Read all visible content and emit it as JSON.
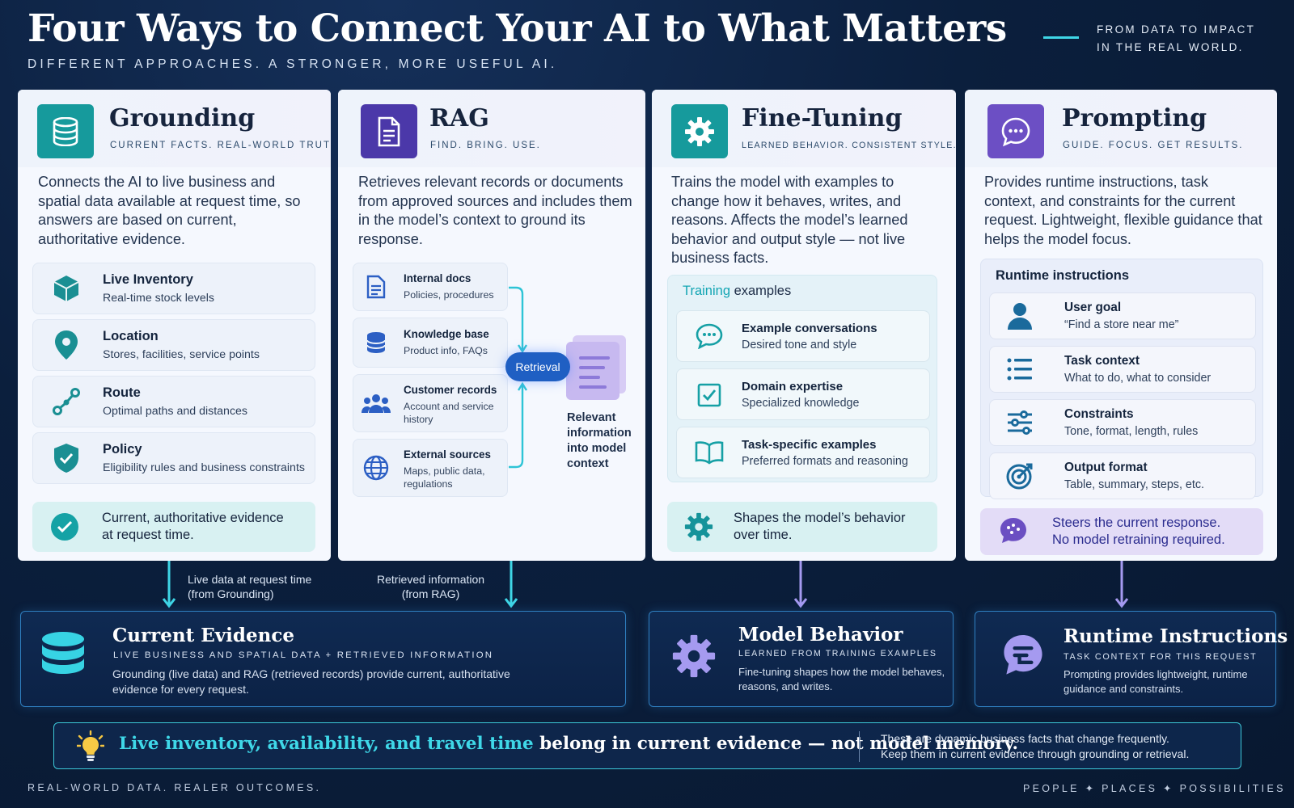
{
  "header": {
    "title": "Four Ways to Connect Your AI to What Matters",
    "subtitle": "DIFFERENT APPROACHES. A STRONGER, MORE USEFUL AI.",
    "tagline_1": "FROM DATA TO IMPACT",
    "tagline_2": "IN THE REAL WORLD."
  },
  "colors": {
    "background": "#0b1f3d",
    "teal_accent": "#1aa3a6",
    "indigo_accent": "#4a3aa8",
    "purple_accent": "#6b4fc2",
    "cyan_line": "#3fd6e6"
  },
  "grounding": {
    "title": "Grounding",
    "tag": "CURRENT FACTS. REAL-WORLD TRUTH.",
    "icon": "database-icon",
    "desc": "Connects the AI to live business and spatial data available at request time, so answers are based on current, authoritative evidence.",
    "items": [
      {
        "title": "Live Inventory",
        "sub": "Real-time stock levels",
        "icon": "cube-icon"
      },
      {
        "title": "Location",
        "sub": "Stores, facilities, service points",
        "icon": "map-pin-icon"
      },
      {
        "title": "Route",
        "sub": "Optimal paths and distances",
        "icon": "route-icon"
      },
      {
        "title": "Policy",
        "sub": "Eligibility rules and business constraints",
        "icon": "shield-check-icon"
      }
    ],
    "footer_1": "Current, authoritative evidence",
    "footer_2": "at request time."
  },
  "rag": {
    "title": "RAG",
    "tag": "FIND. BRING. USE.",
    "icon": "document-icon",
    "desc": "Retrieves relevant records or documents from approved sources and includes them in the model’s context to ground its response.",
    "sources": [
      {
        "title": "Internal docs",
        "sub_1": "Policies, procedures",
        "sub_2": "",
        "icon": "document-icon"
      },
      {
        "title": "Knowledge base",
        "sub_1": "Product info, FAQs",
        "sub_2": "",
        "icon": "database-icon"
      },
      {
        "title": "Customer records",
        "sub_1": "Account and service",
        "sub_2": "history",
        "icon": "users-icon"
      },
      {
        "title": "External sources",
        "sub_1": "Maps, public data,",
        "sub_2": "regulations",
        "icon": "globe-icon"
      }
    ],
    "retrieval_label": "Retrieval",
    "result_1": "Relevant",
    "result_2": "information",
    "result_3": "into model",
    "result_4": "context"
  },
  "finetuning": {
    "title": "Fine-Tuning",
    "tag": "LEARNED BEHAVIOR. CONSISTENT STYLE.",
    "icon": "gear-icon",
    "desc": "Trains the model with examples to change how it behaves, writes, and reasons. Affects the model’s learned behavior and output style — not live business facts.",
    "panel_label_accent": "Training",
    "panel_label_rest": " examples",
    "items": [
      {
        "title": "Example conversations",
        "sub": "Desired tone and style",
        "icon": "chat-bubble-icon"
      },
      {
        "title": "Domain expertise",
        "sub": "Specialized knowledge",
        "icon": "checkbox-icon"
      },
      {
        "title": "Task-specific examples",
        "sub": "Preferred formats and reasoning",
        "icon": "book-icon"
      }
    ],
    "footer_1": "Shapes the model’s behavior",
    "footer_2": "over time."
  },
  "prompting": {
    "title": "Prompting",
    "tag": "GUIDE. FOCUS. GET RESULTS.",
    "icon": "speech-bubble-icon",
    "desc": "Provides runtime instructions, task context, and constraints for the current request. Lightweight, flexible guidance that helps the model focus.",
    "panel_label": "Runtime instructions",
    "items": [
      {
        "title": "User goal",
        "sub": "“Find a store near me”",
        "icon": "user-icon"
      },
      {
        "title": "Task context",
        "sub": "What to do, what to consider",
        "icon": "list-icon"
      },
      {
        "title": "Constraints",
        "sub": "Tone, format, length, rules",
        "icon": "sliders-icon"
      },
      {
        "title": "Output format",
        "sub": "Table, summary, steps, etc.",
        "icon": "target-icon"
      }
    ],
    "footer_1": "Steers the current response.",
    "footer_2": "No model retraining required."
  },
  "connectors": {
    "grounding_1": "Live data at request time",
    "grounding_2": "(from Grounding)",
    "rag_1": "Retrieved information",
    "rag_2": "(from RAG)"
  },
  "bottom": {
    "evidence": {
      "title": "Current Evidence",
      "tag": "LIVE BUSINESS AND SPATIAL DATA + RETRIEVED INFORMATION",
      "desc_1": "Grounding (live data) and RAG (retrieved records) provide current, authoritative",
      "desc_2": "evidence for every request.",
      "icon": "database-icon"
    },
    "behavior": {
      "title": "Model Behavior",
      "tag": "LEARNED FROM TRAINING EXAMPLES",
      "desc_1": "Fine-tuning shapes how the model behaves,",
      "desc_2": "reasons, and writes.",
      "icon": "gear-icon"
    },
    "runtime": {
      "title": "Runtime Instructions",
      "tag": "TASK CONTEXT FOR THIS REQUEST",
      "desc_1": "Prompting provides lightweight, runtime",
      "desc_2": "guidance and constraints.",
      "icon": "speech-bubble-icon"
    }
  },
  "callout": {
    "icon": "lightbulb-icon",
    "main_accent": "Live inventory, availability, and travel time",
    "main_rest": " belong in current evidence — not model memory.",
    "side_1": "These are dynamic business facts that change frequently.",
    "side_2": "Keep them in current evidence through grounding or retrieval."
  },
  "footer": {
    "left": "REAL-WORLD DATA. REALER OUTCOMES.",
    "right": "PEOPLE ✦ PLACES ✦ POSSIBILITIES"
  }
}
